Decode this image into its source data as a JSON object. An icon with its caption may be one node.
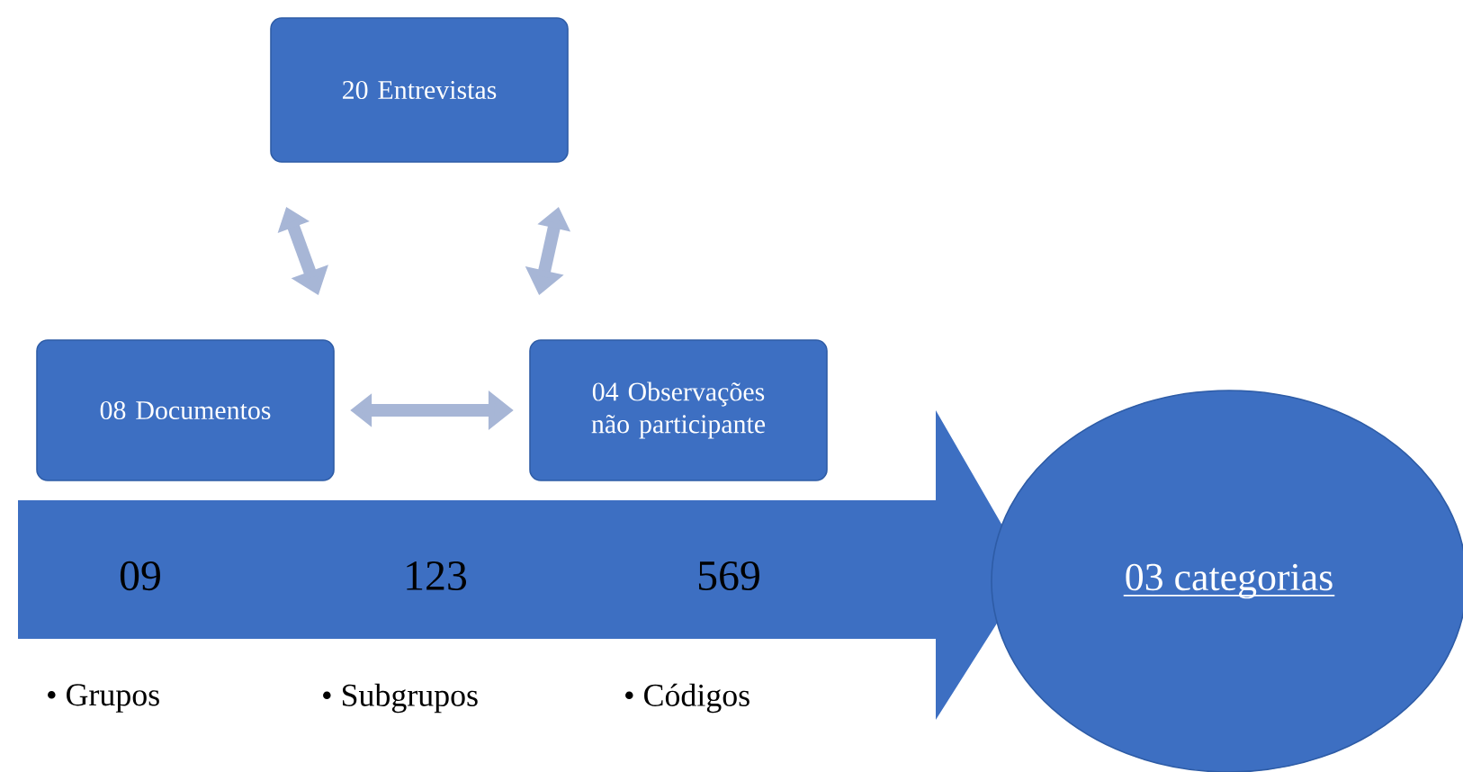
{
  "diagram": {
    "nodes": [
      {
        "text": [
          "20 Entrevistas"
        ]
      },
      {
        "text": [
          "08 Documentos"
        ]
      },
      {
        "text": [
          "04 Observações não participante"
        ]
      },
      {
        "text": [
          "09",
          "123",
          "569"
        ]
      },
      {
        "text": [
          "03 categorias"
        ]
      }
    ],
    "edges": [
      {
        "from": 0,
        "to": 1,
        "arrow": "both"
      },
      {
        "from": 0,
        "to": 2,
        "arrow": "both"
      },
      {
        "from": 1,
        "to": 2,
        "arrow": "both"
      }
    ],
    "labels": [
      "• Grupos",
      "• Subgrupos",
      "• Códigos"
    ]
  }
}
